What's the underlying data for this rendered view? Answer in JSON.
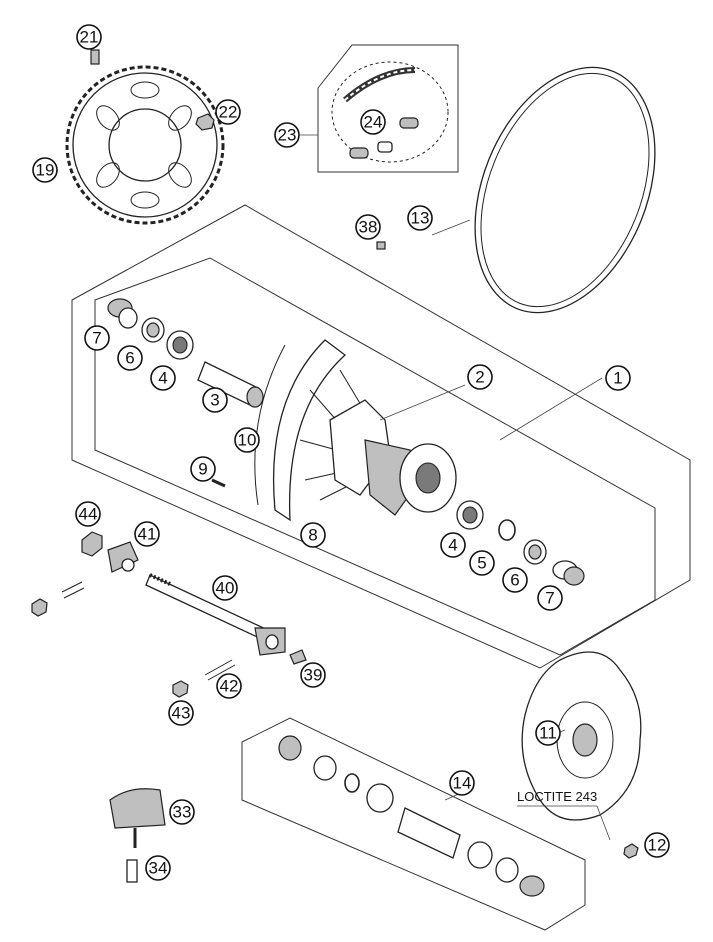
{
  "diagram": {
    "callouts": [
      "1",
      "2",
      "3",
      "4",
      "5",
      "6",
      "7",
      "8",
      "9",
      "10",
      "11",
      "12",
      "13",
      "14",
      "19",
      "21",
      "22",
      "23",
      "24",
      "33",
      "34",
      "38",
      "39",
      "40",
      "41",
      "42",
      "43",
      "44"
    ],
    "note": "LOCTITE 243"
  }
}
